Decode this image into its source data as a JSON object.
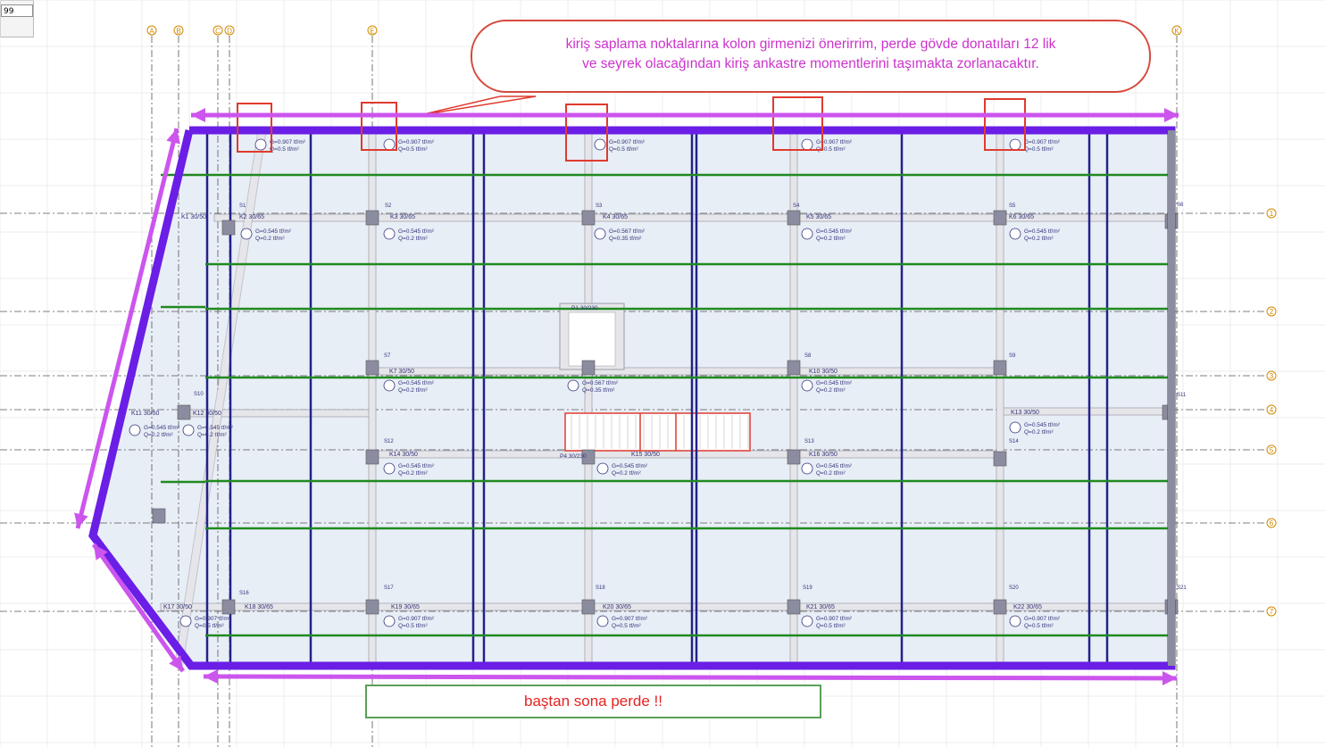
{
  "toolbar": {
    "value_field": "99"
  },
  "grid": {
    "columns": [
      "A",
      "B",
      "C",
      "D",
      "E",
      "K"
    ],
    "rows": [
      "1",
      "2",
      "3",
      "4",
      "5",
      "6",
      "7"
    ]
  },
  "annotations": {
    "callout_line1": "kiriş saplama noktalarına kolon girmenizi önerirrim, perde gövde donatıları 12 lik",
    "callout_line2": "ve seyrek olacağından kiriş ankastre momentlerini taşımakta zorlanacaktır.",
    "bottom_note": "baştan sona perde !!"
  },
  "beams": [
    {
      "id": "K1 30/50"
    },
    {
      "id": "K2 30/65"
    },
    {
      "id": "K3 30/65"
    },
    {
      "id": "K4 30/65"
    },
    {
      "id": "K5 30/65"
    },
    {
      "id": "K6 30/65"
    },
    {
      "id": "K7 30/50"
    },
    {
      "id": "K10 30/50"
    },
    {
      "id": "K11 30/50"
    },
    {
      "id": "K12 30/50"
    },
    {
      "id": "K13 30/50"
    },
    {
      "id": "K14 30/50"
    },
    {
      "id": "K15 30/50"
    },
    {
      "id": "K16 30/50"
    },
    {
      "id": "K17 30/50"
    },
    {
      "id": "K18 30/65"
    },
    {
      "id": "K19 30/65"
    },
    {
      "id": "K20 30/65"
    },
    {
      "id": "K21 30/65"
    },
    {
      "id": "K22 30/65"
    }
  ],
  "columns_labels": [
    "S1",
    "S2",
    "S3",
    "S4",
    "S5",
    "S6",
    "S7",
    "S8",
    "S9",
    "S10",
    "S11",
    "S12",
    "S13",
    "S14",
    "S16",
    "S17",
    "S18",
    "S19",
    "S20",
    "S21"
  ],
  "walls": {
    "p1": "P1 30/230",
    "p4": "P4 30/230"
  },
  "loads": {
    "heavy_g": "G=0.907 tf/m²",
    "heavy_q": "Q=0.5 tf/m²",
    "mid_g": "G=0.545 tf/m²",
    "mid_q": "Q=0.2 tf/m²",
    "stair_g": "G=0.567 tf/m²",
    "stair_q": "Q=0.35 tf/m²"
  },
  "colors": {
    "slab_fill": "#e8eef6",
    "beam_fill": "#e6e6ea",
    "beam_edge": "#9a9aa6",
    "column_fill": "#8c8ca0",
    "wall_purple": "#6a1ee6",
    "arrow_magenta": "#cc55ee",
    "rebar_blue": "#22228a",
    "rebar_green": "#1f8a1f",
    "highlight_red": "#e03a2e",
    "axis_label": "#d08a00",
    "text_label": "#33337a"
  }
}
